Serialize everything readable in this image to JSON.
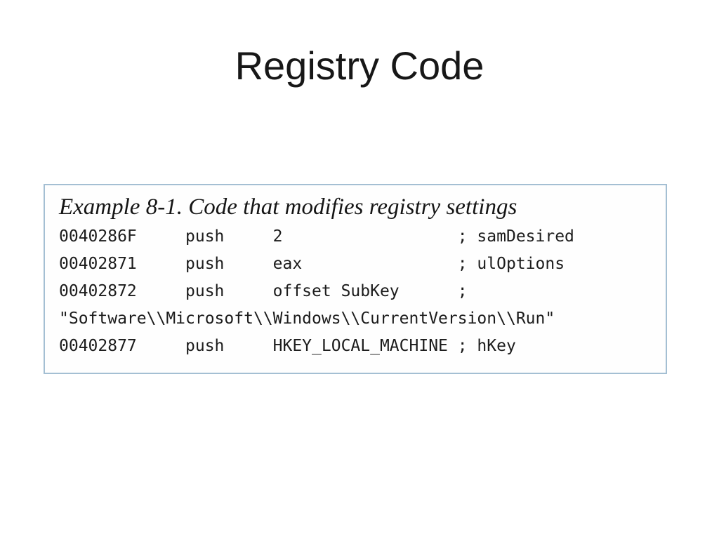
{
  "slide": {
    "title": "Registry Code"
  },
  "example": {
    "caption": "Example 8-1. Code that modifies registry settings",
    "code_lines": [
      "0040286F     push     2                  ; samDesired",
      "00402871     push     eax                ; ulOptions",
      "00402872     push     offset SubKey      ;",
      "\"Software\\\\Microsoft\\\\Windows\\\\CurrentVersion\\\\Run\"",
      "00402877     push     HKEY_LOCAL_MACHINE ; hKey"
    ]
  },
  "colors": {
    "box_border": "#a4bfd3",
    "title_text": "#171717",
    "code_text": "#1c1c1c",
    "background": "#ffffff"
  }
}
